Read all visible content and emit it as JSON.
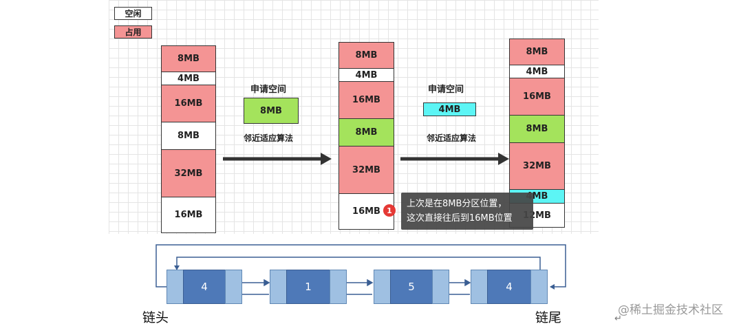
{
  "legend": {
    "free": "空闲",
    "occupied": "占用"
  },
  "memory_before": [
    {
      "label": "8MB",
      "state": "occupied"
    },
    {
      "label": "4MB",
      "state": "free"
    },
    {
      "label": "16MB",
      "state": "occupied"
    },
    {
      "label": "8MB",
      "state": "free"
    },
    {
      "label": "32MB",
      "state": "occupied"
    },
    {
      "label": "16MB",
      "state": "free"
    }
  ],
  "memory_after_first": [
    {
      "label": "8MB",
      "state": "occupied"
    },
    {
      "label": "4MB",
      "state": "free"
    },
    {
      "label": "16MB",
      "state": "occupied"
    },
    {
      "label": "8MB",
      "state": "allocated"
    },
    {
      "label": "32MB",
      "state": "occupied"
    },
    {
      "label": "16MB",
      "state": "free"
    }
  ],
  "memory_after_second": [
    {
      "label": "8MB",
      "state": "occupied"
    },
    {
      "label": "4MB",
      "state": "free"
    },
    {
      "label": "16MB",
      "state": "occupied"
    },
    {
      "label": "8MB",
      "state": "allocated"
    },
    {
      "label": "32MB",
      "state": "occupied"
    },
    {
      "label": "4MB",
      "state": "new"
    },
    {
      "label": "12MB",
      "state": "free"
    }
  ],
  "step1": {
    "title": "申请空间",
    "size": "8MB",
    "algorithm": "邻近适应算法"
  },
  "step2": {
    "title": "申请空间",
    "size": "4MB",
    "algorithm": "邻近适应算法"
  },
  "tooltip": {
    "badge": "1",
    "line1": "上次是在8MB分区位置，",
    "line2": "这次直接往后到16MB位置"
  },
  "linked_list": {
    "nodes": [
      "4",
      "1",
      "5",
      "4"
    ],
    "head_label": "链头",
    "tail_label": "链尾"
  },
  "watermark": "@稀土掘金技术社区",
  "colors": {
    "occupied": "#f49494",
    "free": "#ffffff",
    "allocated_8mb": "#a4e35c",
    "allocated_4mb": "#5cf5f5",
    "node_main": "#4e79b8",
    "node_side": "#9fc0e2",
    "arrow": "#333333"
  }
}
